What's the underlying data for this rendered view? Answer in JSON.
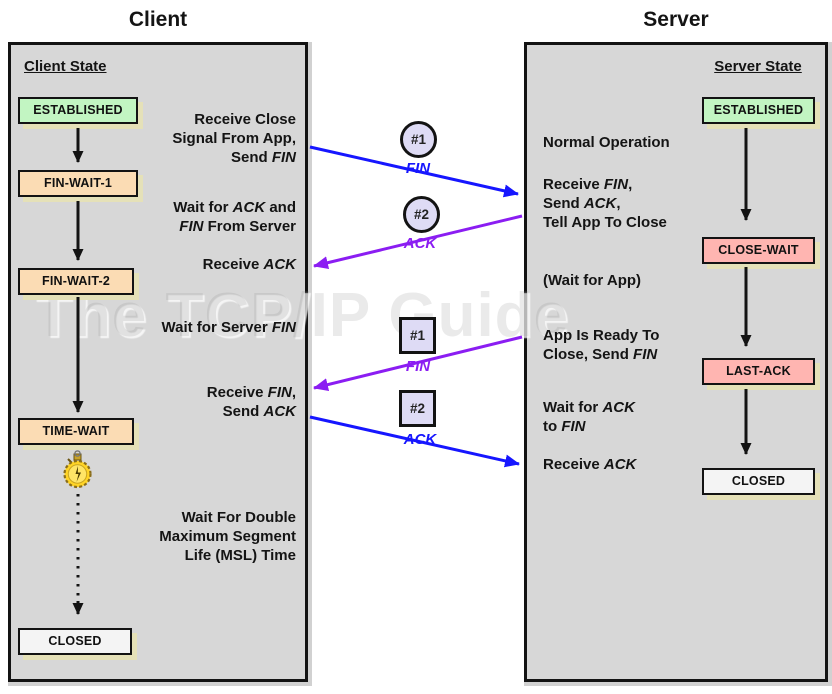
{
  "watermark": "The TCP/IP Guide",
  "colors": {
    "blue_message": "#1616ff",
    "purple_message": "#8b1df2",
    "established_green": "#c2f5c2",
    "wait_peach": "#fbdcb4",
    "server_pink": "#ffb5b1",
    "panel_gray": "#d7d7d7",
    "box_shadow_tan": "#e5e1b8"
  },
  "client": {
    "title": "Client",
    "state_header": "Client State",
    "states": [
      {
        "label": "ESTABLISHED"
      },
      {
        "label": "FIN-WAIT-1"
      },
      {
        "label": "FIN-WAIT-2"
      },
      {
        "label": "TIME-WAIT"
      },
      {
        "label": "CLOSED"
      }
    ],
    "annotations": [
      {
        "lines": [
          "Receive Close",
          "Signal From App,",
          "Send *FIN*"
        ]
      },
      {
        "lines": [
          "Wait for *ACK* and",
          "*FIN* From Server"
        ]
      },
      {
        "lines": [
          "Receive *ACK*"
        ]
      },
      {
        "lines": [
          "Wait for Server *FIN*"
        ]
      },
      {
        "lines": [
          "Receive *FIN*,",
          "Send *ACK*"
        ]
      },
      {
        "lines": [
          "Wait For Double",
          "Maximum Segment",
          "Life (MSL) Time"
        ]
      }
    ],
    "timer_icon": "stopwatch"
  },
  "server": {
    "title": "Server",
    "state_header": "Server State",
    "states": [
      {
        "label": "ESTABLISHED"
      },
      {
        "label": "CLOSE-WAIT"
      },
      {
        "label": "LAST-ACK"
      },
      {
        "label": "CLOSED"
      }
    ],
    "annotations": [
      {
        "lines": [
          "Normal Operation"
        ]
      },
      {
        "lines": [
          "Receive *FIN*,",
          "Send *ACK*,",
          "Tell App To Close"
        ]
      },
      {
        "lines": [
          "(Wait for App)"
        ]
      },
      {
        "lines": [
          "App Is Ready To",
          "Close, Send *FIN*"
        ]
      },
      {
        "lines": [
          "Wait for *ACK*",
          "to *FIN*"
        ]
      },
      {
        "lines": [
          "Receive *ACK*"
        ]
      }
    ]
  },
  "messages": [
    {
      "id": "#1",
      "label": "FIN",
      "shape": "circle",
      "color": "blue",
      "direction": "client-to-server"
    },
    {
      "id": "#2",
      "label": "ACK",
      "shape": "circle",
      "color": "purple",
      "direction": "server-to-client"
    },
    {
      "id": "#1",
      "label": "FIN",
      "shape": "square",
      "color": "purple",
      "direction": "server-to-client"
    },
    {
      "id": "#2",
      "label": "ACK",
      "shape": "square",
      "color": "blue",
      "direction": "client-to-server"
    }
  ]
}
